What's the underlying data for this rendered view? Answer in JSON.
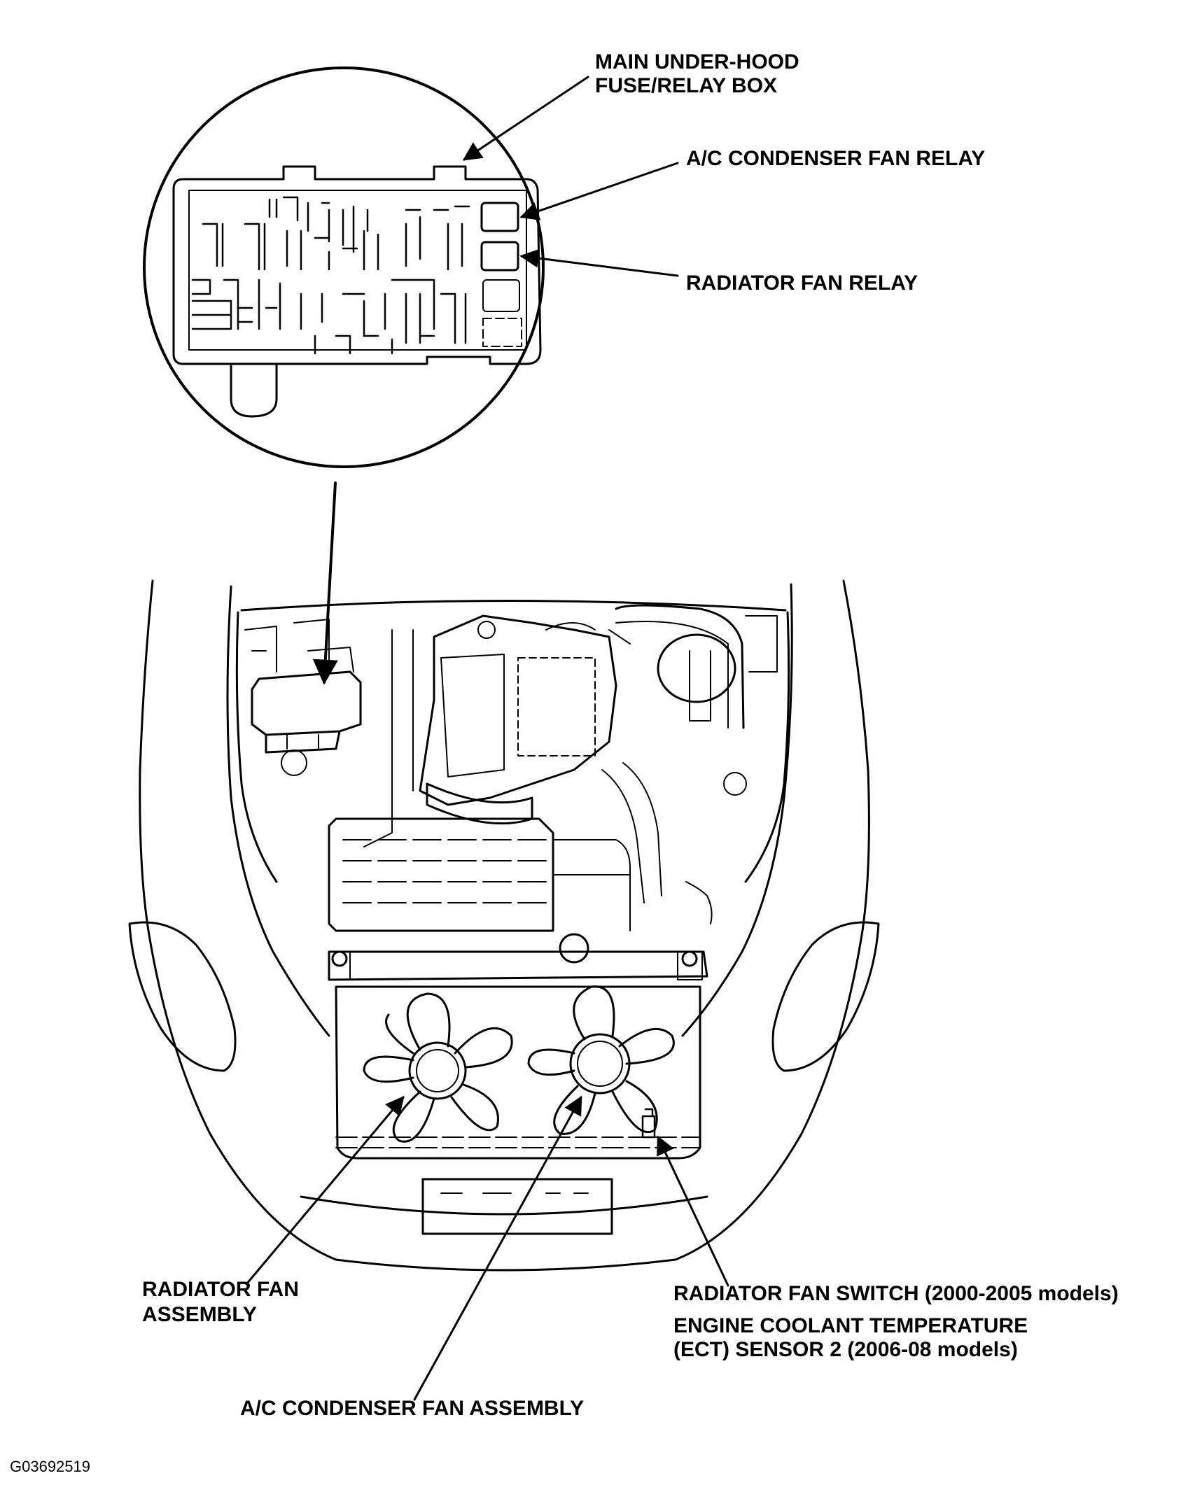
{
  "labels": {
    "fuse_box": [
      "MAIN UNDER-HOOD",
      "FUSE/RELAY BOX"
    ],
    "ac_relay": "A/C CONDENSER FAN RELAY",
    "radiator_relay": "RADIATOR FAN RELAY",
    "radiator_fan_assembly": [
      "RADIATOR FAN",
      "ASSEMBLY"
    ],
    "fan_switch": "RADIATOR FAN SWITCH (2000-2005 models)",
    "ect_sensor": [
      "ENGINE COOLANT TEMPERATURE",
      "(ECT) SENSOR 2 (2006-08 models)"
    ],
    "ac_fan_assembly": "A/C CONDENSER FAN ASSEMBLY"
  },
  "figure_code": "G03692519"
}
